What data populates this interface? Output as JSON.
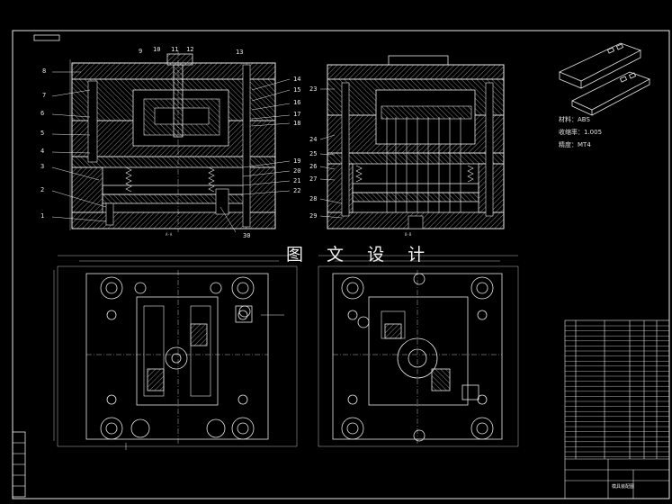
{
  "drawing": {
    "watermark": "图 文 设 计",
    "spec": {
      "material": "材料：ABS",
      "shrink": "收缩率：1.005",
      "tolerance": "精度：MT4"
    },
    "part_numbers_left": [
      "8",
      "7",
      "6",
      "5",
      "4",
      "3",
      "2",
      "1"
    ],
    "part_numbers_top": [
      "9",
      "10",
      "11",
      "12",
      "13"
    ],
    "part_numbers_right": [
      "14",
      "15",
      "16",
      "17",
      "18",
      "19",
      "20",
      "21",
      "22"
    ],
    "part_number_bottom": "30",
    "right_section_numbers": [
      "23",
      "24",
      "25",
      "26",
      "27",
      "28",
      "29"
    ],
    "title_block_title": "模具装配图"
  },
  "colors": {
    "background": "#000000",
    "line": "#e8e8e8",
    "hatch": "#bdbdbd"
  }
}
